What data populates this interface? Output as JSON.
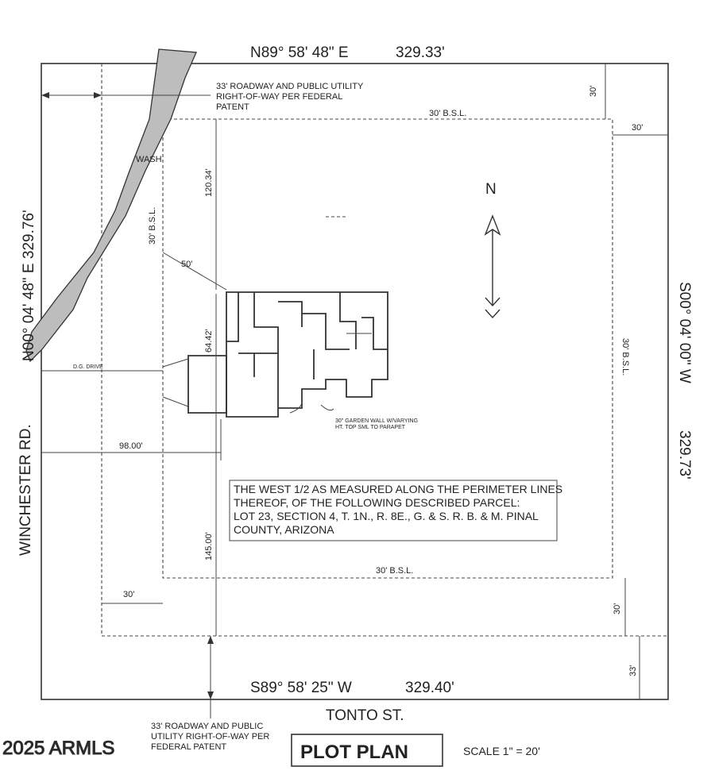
{
  "plan": {
    "bearings": {
      "north": "N89° 58' 48\" E",
      "north_dist": "329.33'",
      "south": "S89° 58' 25\" W",
      "south_dist": "329.40'",
      "west": "N00° 04' 48\" E  329.76'",
      "east": "S00° 04' 00\" W",
      "east_dist": "329.73'"
    },
    "roadway_top": [
      "33' ROADWAY AND PUBLIC UTILITY",
      "RIGHT-OF-WAY PER FEDERAL",
      "PATENT"
    ],
    "roadway_bottom": [
      "33' ROADWAY AND PUBLIC",
      "UTILITY RIGHT-OF-WAY PER",
      "FEDERAL PATENT"
    ],
    "setbacks": {
      "top_bsl": "30' B.S.L.",
      "left_bsl": "30' B.S.L.",
      "right_bsl": "30' B.S.L.",
      "bottom_bsl": "30' B.S.L."
    },
    "dims": {
      "top_30": "30'",
      "right_30": "30'",
      "d120": "120.34'",
      "d50": "50'",
      "d64": "64.42'",
      "d98": "98.00'",
      "d145": "145.00'",
      "left_30": "30'",
      "bottom_30": "30'",
      "bottom_33": "33'"
    },
    "wash": "WASH",
    "north_letter": "N",
    "drive_label": "D.G. DRIVE",
    "wall_note": [
      "30\" GARDEN WALL W/VARYING",
      "HT. TOP SML TO PARAPET"
    ],
    "legal": [
      "THE WEST 1/2 AS MEASURED ALONG THE PERIMETER LINES",
      "THEREOF, OF THE FOLLOWING DESCRIBED PARCEL:",
      "LOT 23, SECTION 4, T. 1N., R. 8E., G. & S. R. B. & M. PINAL",
      "COUNTY, ARIZONA"
    ],
    "road_west": "WINCHESTER RD.",
    "road_south": "TONTO ST.",
    "title": "PLOT PLAN",
    "scale": "SCALE 1\" =  20'"
  },
  "watermark": "2025 ARMLS"
}
